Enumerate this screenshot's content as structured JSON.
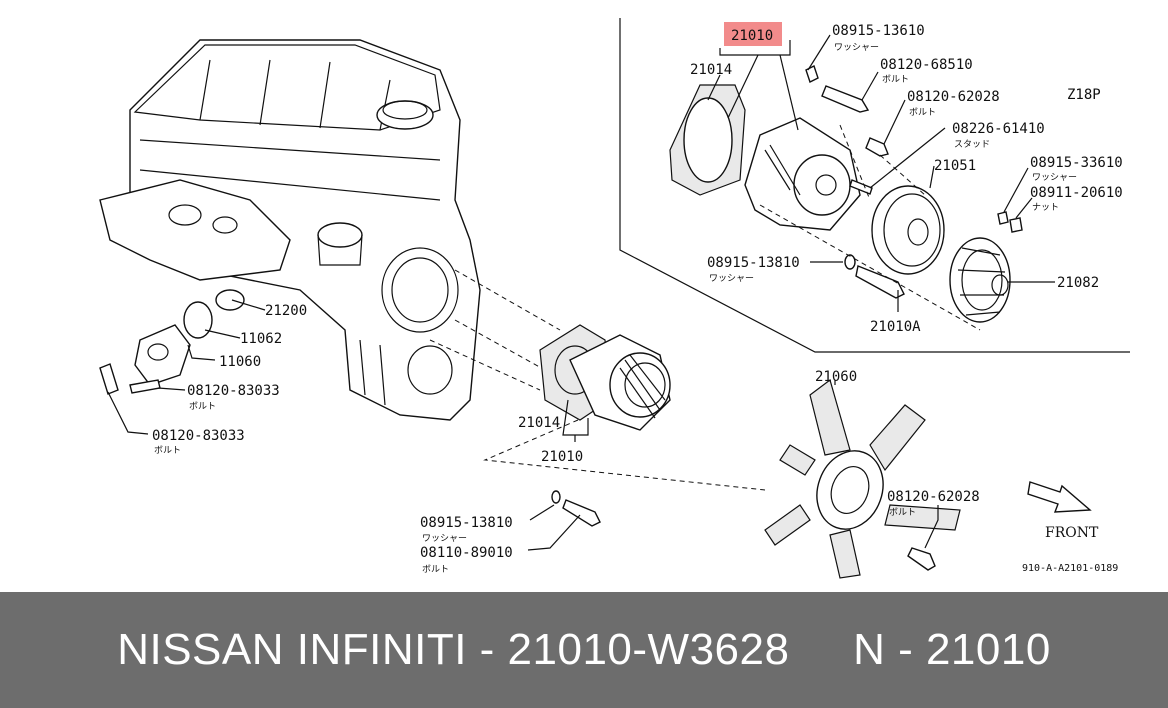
{
  "diagram": {
    "highlight_part": "21010",
    "engine_code": "Z18P",
    "reference": "910-A-A2101-0189",
    "direction": "FRONT",
    "labels": {
      "p08915_13610": "08915-13610",
      "washer_1": "ワッシャー",
      "p21014_top": "21014",
      "p08120_68510": "08120-68510",
      "bolt_1": "ボルト",
      "p08120_62028_top": "08120-62028",
      "bolt_2": "ボルト",
      "p08226_61410": "08226-61410",
      "stud": "スタッド",
      "p21051": "21051",
      "p08915_33610": "08915-33610",
      "washer_2": "ワッシャー",
      "p08911_20610": "08911-20610",
      "nut": "ナット",
      "p08915_13810_top": "08915-13810",
      "washer_3": "ワッシャー",
      "p21082": "21082",
      "p21010A": "21010A",
      "p21200": "21200",
      "p11062": "11062",
      "p11060": "11060",
      "p08120_83033_a": "08120-83033",
      "bolt_3": "ボルト",
      "p08120_83033_b": "08120-83033",
      "bolt_4": "ボルト",
      "p21014_mid": "21014",
      "p21010_mid": "21010",
      "p21060": "21060",
      "p08120_62028_bot": "08120-62028",
      "bolt_5": "ボルト",
      "p08915_13810_bot": "08915-13810",
      "washer_4": "ワッシャー",
      "p08110_89010": "08110-89010",
      "bolt_6": "ボルト"
    }
  },
  "footer": {
    "text": "NISSAN INFINITI - 21010-W3628     N - 21010"
  },
  "colors": {
    "highlight": "#f28b8b",
    "footer_bg": "#6d6d6d",
    "footer_text": "#ffffff",
    "line": "#111111"
  }
}
